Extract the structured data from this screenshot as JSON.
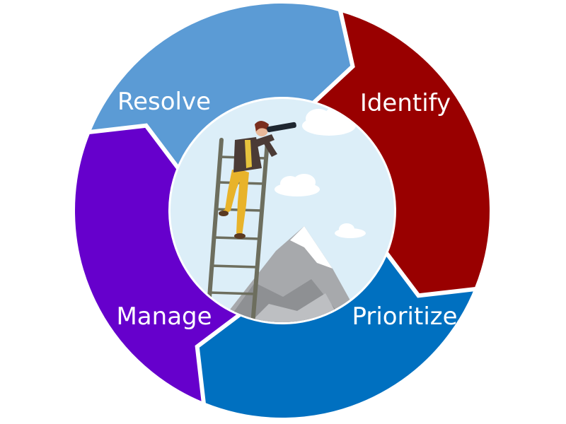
{
  "diagram": {
    "type": "cycle",
    "segments": [
      {
        "id": "identify",
        "label": "Identify",
        "color": "#990000"
      },
      {
        "id": "prioritize",
        "label": "Prioritize",
        "color": "#0070C0"
      },
      {
        "id": "manage",
        "label": "Manage",
        "color": "#6600CC"
      },
      {
        "id": "resolve",
        "label": "Resolve",
        "color": "#5B9BD5"
      }
    ],
    "center_illustration": {
      "description_icon": "person-on-ladder-with-telescope-illustration",
      "sky_color": "#DCEEF8",
      "mountain_color": "#A7A9AC"
    }
  }
}
